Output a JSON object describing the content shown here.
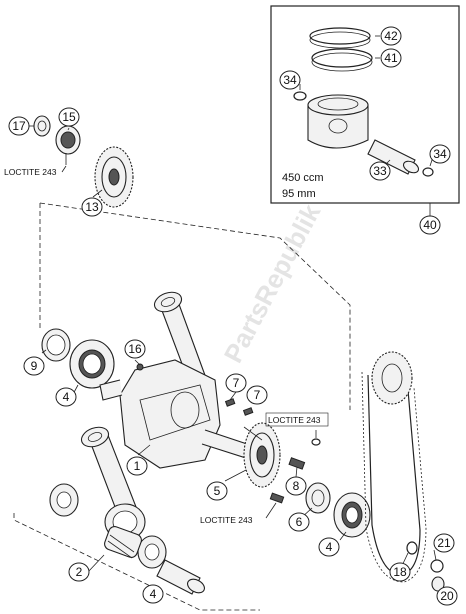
{
  "callouts": [
    {
      "id": "c1",
      "label": "1"
    },
    {
      "id": "c2",
      "label": "2"
    },
    {
      "id": "c4a",
      "label": "4"
    },
    {
      "id": "c4b",
      "label": "4"
    },
    {
      "id": "c4c",
      "label": "4"
    },
    {
      "id": "c5",
      "label": "5"
    },
    {
      "id": "c6",
      "label": "6"
    },
    {
      "id": "c7a",
      "label": "7"
    },
    {
      "id": "c7b",
      "label": "7"
    },
    {
      "id": "c8",
      "label": "8"
    },
    {
      "id": "c9",
      "label": "9"
    },
    {
      "id": "c13",
      "label": "13"
    },
    {
      "id": "c15",
      "label": "15"
    },
    {
      "id": "c16",
      "label": "16"
    },
    {
      "id": "c17",
      "label": "17"
    },
    {
      "id": "c18",
      "label": "18"
    },
    {
      "id": "c20",
      "label": "20"
    },
    {
      "id": "c21",
      "label": "21"
    },
    {
      "id": "c33",
      "label": "33"
    },
    {
      "id": "c34a",
      "label": "34"
    },
    {
      "id": "c34b",
      "label": "34"
    },
    {
      "id": "c40",
      "label": "40"
    },
    {
      "id": "c41",
      "label": "41"
    },
    {
      "id": "c42",
      "label": "42"
    }
  ],
  "notes": {
    "loctite_top": "LOCTITE 243",
    "loctite_mid": "LOCTITE 243",
    "loctite_bottom": "LOCTITE 243"
  },
  "inset": {
    "displacement": "450 ccm",
    "bore": "95 mm"
  },
  "watermark": "PartsRepublik"
}
